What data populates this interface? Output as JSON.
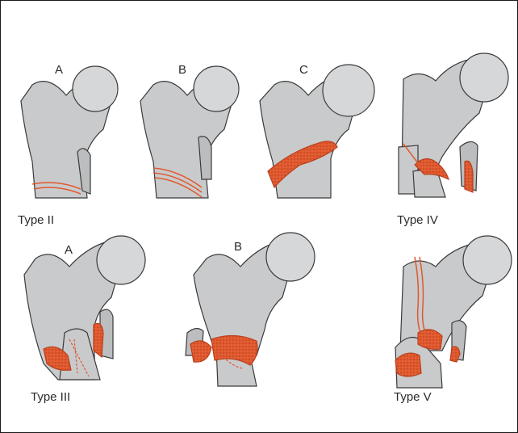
{
  "labels": {
    "a_top": "A",
    "b_top": "B",
    "c_top": "C",
    "type_ii": "Type II",
    "type_iv": "Type IV",
    "a_bottom": "A",
    "b_bottom": "B",
    "type_iii": "Type III",
    "type_v": "Type V"
  },
  "colors": {
    "bone": "#c9cacc",
    "bone_head": "#d6d7d9",
    "bone_outline": "#3a3a3a",
    "fracture": "#e0582e",
    "background": "#ffffff"
  }
}
